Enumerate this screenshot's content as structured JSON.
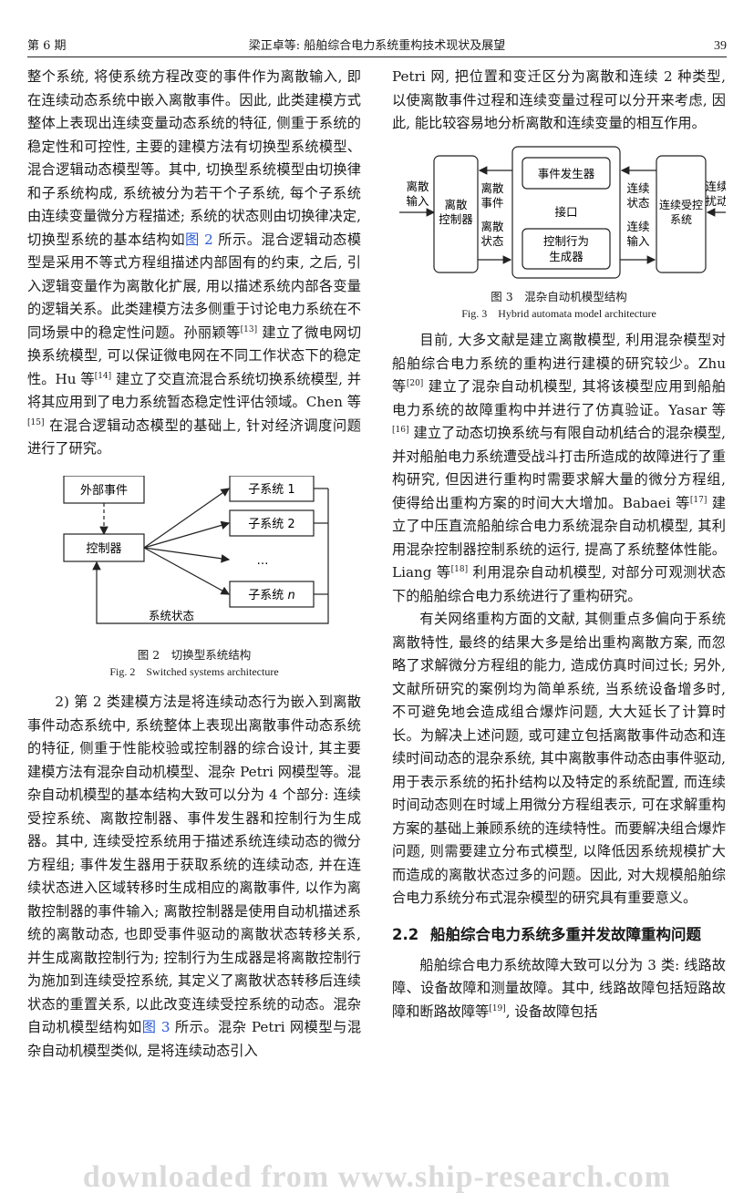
{
  "header": {
    "issue": "第 6 期",
    "title": "梁正卓等: 船舶综合电力系统重构技术现状及展望",
    "page": "39"
  },
  "left_column": {
    "p1": "整个系统, 将使系统方程改变的事件作为离散输入, 即在连续动态系统中嵌入离散事件。因此, 此类建模方式整体上表现出连续变量动态系统的特征, 侧重于系统的稳定性和可控性, 主要的建模方法有切换型系统模型、混合逻辑动态模型等。其中, 切换型系统模型由切换律和子系统构成, 系统被分为若干个子系统, 每个子系统由连续变量微分方程描述; 系统的状态则由切换律决定, 切换型系统的基本结构如",
    "p1_ref": "图 2",
    "p1_b": " 所示。混合逻辑动态模型是采用不等式方程组描述内部固有的约束, 之后, 引入逻辑变量作为离散化扩展, 用以描述系统内部各变量的逻辑关系。此类建模方法多侧重于讨论电力系统在不同场景中的稳定性问题。孙丽颖等",
    "cite13": "[13]",
    "p1_c": " 建立了微电网切换系统模型, 可以保证微电网在不同工作状态下的稳定性。Hu 等",
    "cite14": "[14]",
    "p1_d": " 建立了交直流混合系统切换系统模型, 并将其应用到了电力系统暂态稳定性评估领域。Chen 等",
    "cite15": "[15]",
    "p1_e": " 在混合逻辑动态模型的基础上, 针对经济调度问题进行了研究。",
    "p2": "2) 第 2 类建模方法是将连续动态行为嵌入到离散事件动态系统中, 系统整体上表现出离散事件动态系统的特征, 侧重于性能校验或控制器的综合设计, 其主要建模方法有混杂自动机模型、混杂 Petri 网模型等。混杂自动机模型的基本结构大致可以分为 4 个部分: 连续受控系统、离散控制器、事件发生器和控制行为生成器。其中, 连续受控系统用于描述系统连续动态的微分方程组; 事件发生器用于获取系统的连续动态, 并在连续状态进入区域转移时生成相应的离散事件, 以作为离散控制器的事件输入; 离散控制器是使用自动机描述系统的离散动态, 也即受事件驱动的离散状态转移关系, 并生成离散控制行为; 控制行为生成器是将离散控制行为施加到连续受控系统, 其定义了离散状态转移后连续状态的重置关系, 以此改变连续受控系统的动态。混杂自动机模型结构如",
    "p2_ref": "图 3",
    "p2_b": " 所示。混杂 Petri 网模型与混杂自动机模型类似, 是将连续动态引入"
  },
  "figure2": {
    "external_event": "外部事件",
    "controller": "控制器",
    "sub1": "子系统 1",
    "sub2": "子系统 2",
    "dots": "…",
    "subn_prefix": "子系统 ",
    "subn_var": "n",
    "state": "系统状态",
    "caption_cn": "图 2　切换型系统结构",
    "caption_en": "Fig. 2　Switched systems architecture"
  },
  "right_column": {
    "p0": "Petri 网, 把位置和变迁区分为离散和连续 2 种类型, 以使离散事件过程和连续变量过程可以分开来考虑, 因此, 能比较容易地分析离散和连续变量的相互作用。",
    "p3": "目前, 大多文献是建立离散模型, 利用混杂模型对船舶综合电力系统的重构进行建模的研究较少。Zhu 等",
    "cite20": "[20]",
    "p3_b": " 建立了混杂自动机模型, 其将该模型应用到船舶电力系统的故障重构中并进行了仿真验证。Yasar 等",
    "cite16": "[16]",
    "p3_c": " 建立了动态切换系统与有限自动机结合的混杂模型, 并对船舶电力系统遭受战斗打击所造成的故障进行了重构研究, 但因进行重构时需要求解大量的微分方程组, 使得给出重构方案的时间大大增加。Babaei 等",
    "cite17": "[17]",
    "p3_d": " 建立了中压直流船舶综合电力系统混杂自动机模型, 其利用混杂控制器控制系统的运行, 提高了系统整体性能。Liang 等",
    "cite18": "[18]",
    "p3_e": " 利用混杂自动机模型, 对部分可观测状态下的船舶综合电力系统进行了重构研究。",
    "p4": "有关网络重构方面的文献, 其侧重点多偏向于系统离散特性, 最终的结果大多是给出重构离散方案, 而忽略了求解微分方程组的能力, 造成仿真时间过长; 另外, 文献所研究的案例均为简单系统, 当系统设备增多时, 不可避免地会造成组合爆炸问题, 大大延长了计算时长。为解决上述问题, 或可建立包括离散事件动态和连续时间动态的混杂系统, 其中离散事件动态由事件驱动, 用于表示系统的拓扑结构以及特定的系统配置, 而连续时间动态则在时域上用微分方程组表示, 可在求解重构方案的基础上兼顾系统的连续特性。而要解决组合爆炸问题, 则需要建立分布式模型, 以降低因系统规模扩大而造成的离散状态过多的问题。因此, 对大规模船舶综合电力系统分布式混杂模型的研究具有重要意义。",
    "section_num": "2.2",
    "section_title": "船舶综合电力系统多重并发故障重构问题",
    "p5": "船舶综合电力系统故障大致可以分为 3 类: 线路故障、设备故障和测量故障。其中, 线路故障包括短路故障和断路故障等",
    "cite19": "[19]",
    "p5_b": ", 设备故障包括"
  },
  "figure3": {
    "discrete_input_1": "离散",
    "discrete_input_2": "输入",
    "controller_1": "离散",
    "controller_2": "控制器",
    "disc_event_1": "离散",
    "disc_event_2": "事件",
    "disc_state_1": "离散",
    "disc_state_2": "状态",
    "event_gen": "事件发生器",
    "interface": "接口",
    "action_gen_1": "控制行为",
    "action_gen_2": "生成器",
    "cont_state_1": "连续",
    "cont_state_2": "状态",
    "cont_input_1": "连续",
    "cont_input_2": "输入",
    "plant_1": "连续受控",
    "plant_2": "系统",
    "disturb_1": "连续",
    "disturb_2": "扰动",
    "caption_cn": "图 3　混杂自动机模型结构",
    "caption_en": "Fig. 3　Hybrid automata model architecture"
  },
  "watermark": "downloaded from www.ship-research.com"
}
